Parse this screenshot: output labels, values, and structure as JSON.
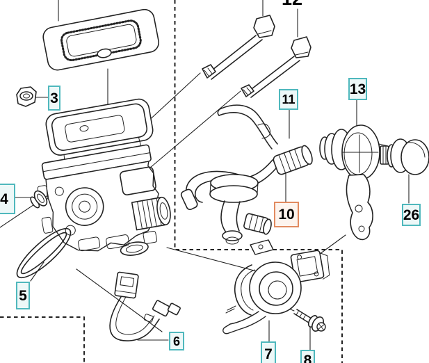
{
  "diagram": {
    "kind": "exploded-parts-diagram",
    "subject": "carburetor and fuel system exploded view with numbered callouts",
    "background_color": "#ffffff",
    "line_color": "#232323",
    "callout_style": {
      "border_color": "#4fb8bd",
      "fill_color": "#edf8f8",
      "highlight_border_color": "#e18a5f",
      "highlight_fill_color": "#fdf4ee",
      "text_color": "#000000"
    },
    "highlighted_callout": "10",
    "callouts": [
      {
        "text": "3",
        "highlighted": false
      },
      {
        "text": "4",
        "highlighted": false
      },
      {
        "text": "5",
        "highlighted": false
      },
      {
        "text": "6",
        "highlighted": false
      },
      {
        "text": "7",
        "highlighted": false
      },
      {
        "text": "8",
        "highlighted": false
      },
      {
        "text": "10",
        "highlighted": true
      },
      {
        "text": "11",
        "highlighted": false
      },
      {
        "text": "12",
        "highlighted": false
      },
      {
        "text": "13",
        "highlighted": false
      },
      {
        "text": "26",
        "highlighted": false
      }
    ]
  }
}
